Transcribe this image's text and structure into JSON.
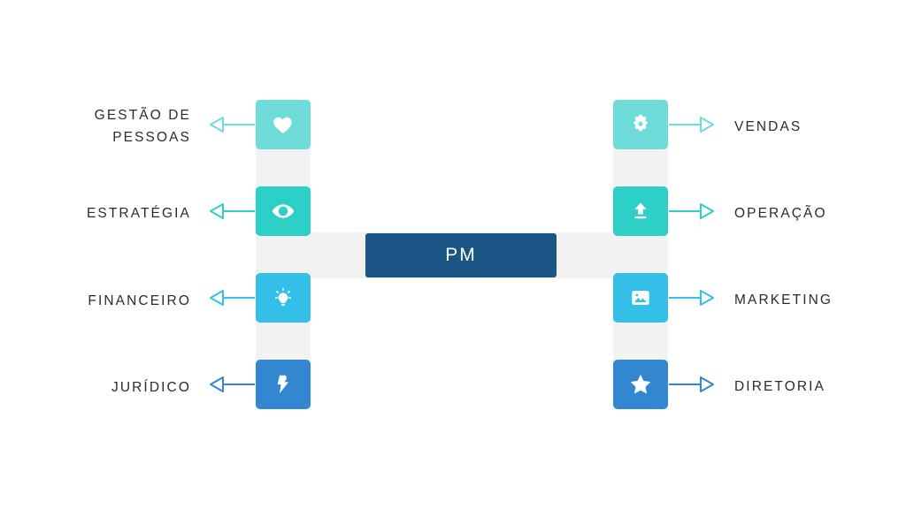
{
  "diagram": {
    "title": "PM organizational structure diagram",
    "center": {
      "label": "PM",
      "color": "#1b5585",
      "text_color": "#ffffff"
    },
    "rail_color": "#f2f2f2",
    "background": "#ffffff",
    "left_nodes": [
      {
        "label": "GESTÃO DE\nPESSOAS",
        "icon": "heart-icon",
        "color": "#6edcd8",
        "arrow_color": "#6edcd8",
        "direction": "left"
      },
      {
        "label": "ESTRATÉGIA",
        "icon": "eye-icon",
        "color": "#2dd0c6",
        "arrow_color": "#2dd0c6",
        "direction": "left"
      },
      {
        "label": "FINANCEIRO",
        "icon": "lightbulb-icon",
        "color": "#33bfe8",
        "arrow_color": "#33bfe8",
        "direction": "left"
      },
      {
        "label": "JURÍDICO",
        "icon": "bolt-icon",
        "color": "#3287d0",
        "arrow_color": "#3287d0",
        "direction": "left"
      }
    ],
    "right_nodes": [
      {
        "label": "VENDAS",
        "icon": "gear-icon",
        "color": "#6edcd8",
        "arrow_color": "#6edcd8",
        "direction": "right"
      },
      {
        "label": "OPERAÇÃO",
        "icon": "upload-icon",
        "color": "#2dd0c6",
        "arrow_color": "#2dd0c6",
        "direction": "right"
      },
      {
        "label": "MARKETING",
        "icon": "image-icon",
        "color": "#33bfe8",
        "arrow_color": "#33bfe8",
        "direction": "right"
      },
      {
        "label": "DIRETORIA",
        "icon": "star-icon",
        "color": "#3287d0",
        "arrow_color": "#3287d0",
        "direction": "right"
      }
    ]
  }
}
